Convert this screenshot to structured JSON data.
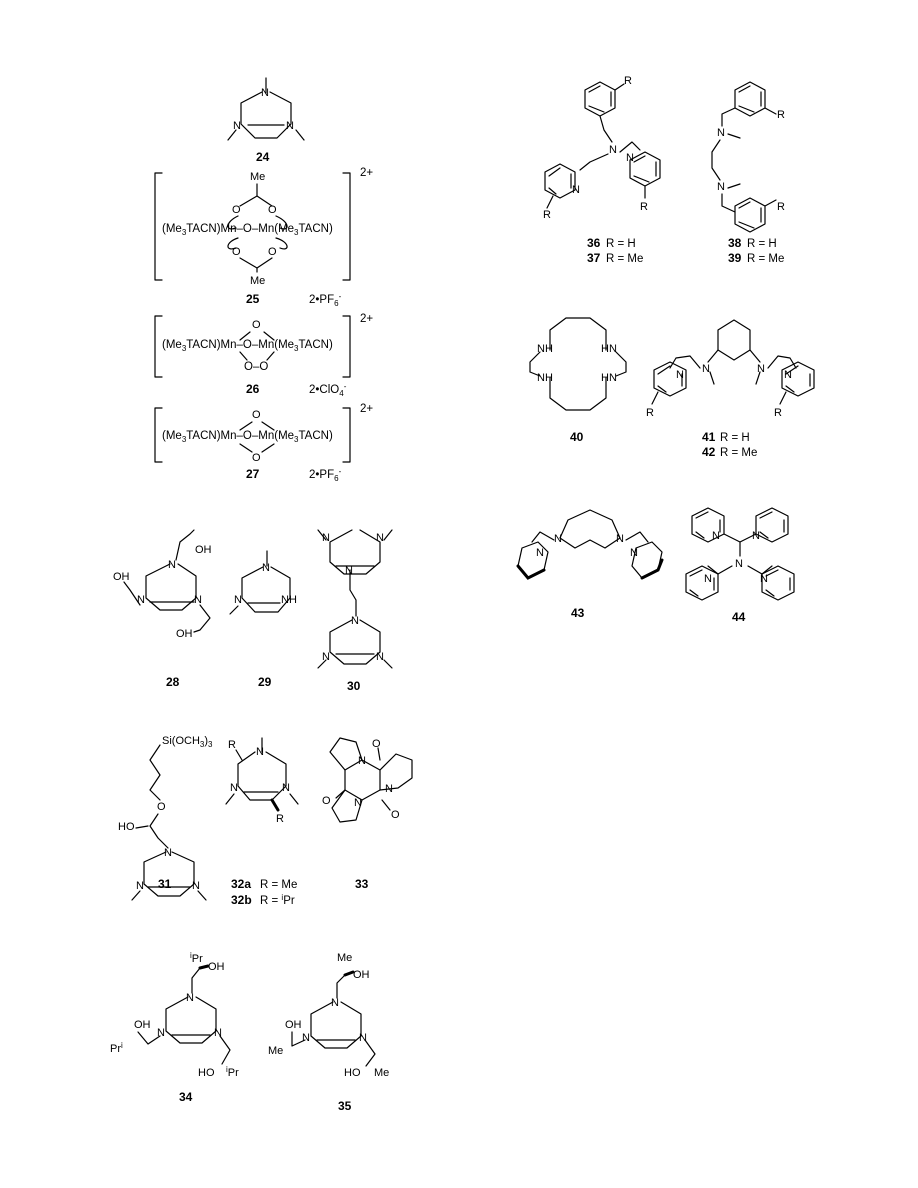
{
  "compounds": {
    "c24": {
      "label": "24"
    },
    "c25": {
      "label": "25",
      "complex": "(Me3TACN)Mn-O-Mn(Me3TACN)",
      "charge": "2+",
      "counterion": "2•PF6-",
      "bridge_ligand": "Me"
    },
    "c26": {
      "label": "26",
      "complex": "(Me3TACN)Mn-O-Mn(Me3TACN)",
      "charge": "2+",
      "counterion": "2•ClO4-"
    },
    "c27": {
      "label": "27",
      "complex": "(Me3TACN)Mn-O-Mn(Me3TACN)",
      "charge": "2+",
      "counterion": "2•PF6-"
    },
    "c28": {
      "label": "28",
      "sub": "OH"
    },
    "c29": {
      "label": "29",
      "nh": "NH"
    },
    "c30": {
      "label": "30"
    },
    "c31": {
      "label": "31",
      "silyl": "Si(OCH3)3",
      "ho": "HO"
    },
    "c32": {
      "label_a": "32a",
      "def_a": "R = Me",
      "label_b": "32b",
      "def_b": "R = iPr"
    },
    "c33": {
      "label": "33"
    },
    "c34": {
      "label": "34",
      "ipr": "iPr",
      "oh": "OH"
    },
    "c35": {
      "label": "35",
      "me": "Me",
      "oh": "OH"
    },
    "c36": {
      "label": "36",
      "def": "R = H"
    },
    "c37": {
      "label": "37",
      "def": "R = Me"
    },
    "c38": {
      "label": "38",
      "def": "R = H"
    },
    "c39": {
      "label": "39",
      "def": "R = Me"
    },
    "c40": {
      "label": "40",
      "nh": "NH",
      "hn": "HN"
    },
    "c41": {
      "label": "41",
      "def": "R = H"
    },
    "c42": {
      "label": "42",
      "def": "R = Me"
    },
    "c43": {
      "label": "43"
    },
    "c44": {
      "label": "44"
    }
  },
  "atoms": {
    "N": "N",
    "O": "O",
    "R": "R",
    "Me": "Me",
    "Mn": "Mn",
    "Me3TACN": "Me3TACN"
  }
}
